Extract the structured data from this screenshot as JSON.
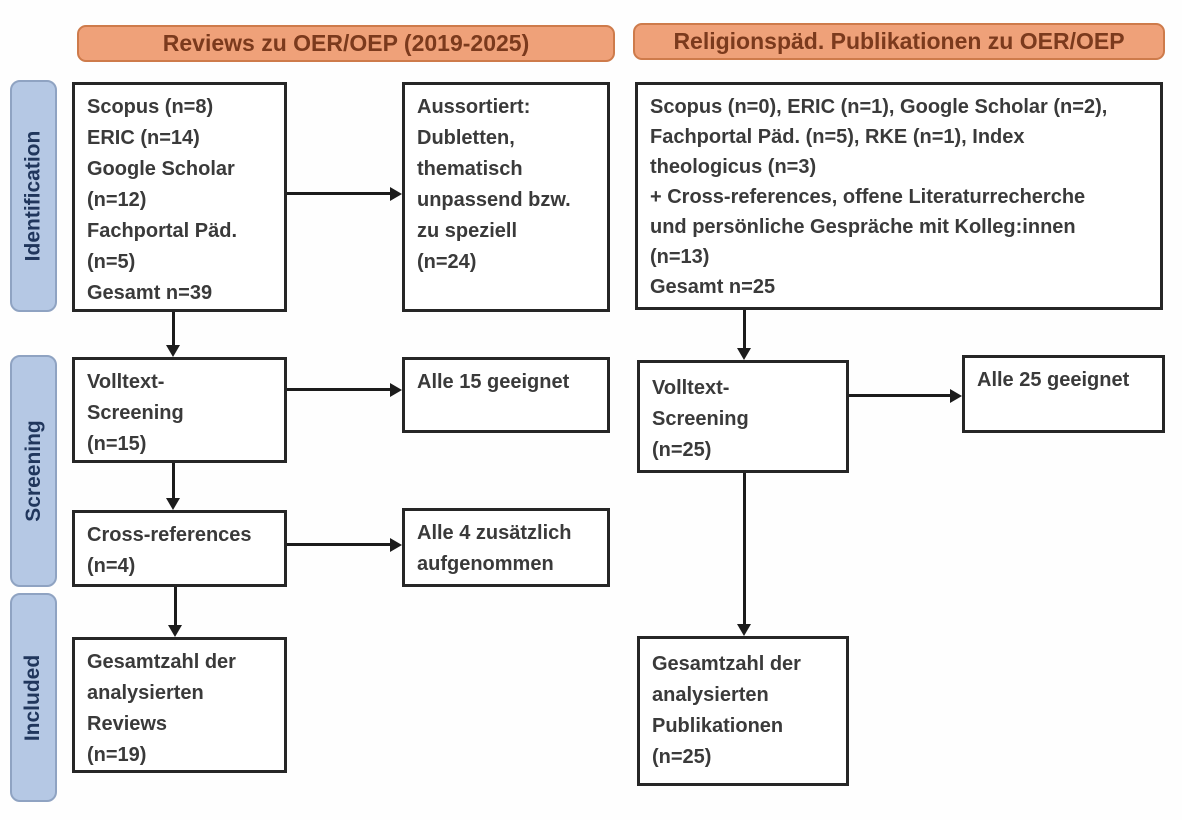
{
  "title_bars": {
    "left": "Reviews zu OER/OEP (2019-2025)",
    "right": "Religionspäd. Publikationen zu OER/OEP"
  },
  "stage_labels": {
    "identification": "Identification",
    "screening": "Screening",
    "included": "Included"
  },
  "boxes": {
    "left_sources": {
      "lines": [
        "Scopus (n=8)",
        "ERIC (n=14)",
        "Google Scholar",
        "(n=12)",
        "Fachportal Päd.",
        "(n=5)",
        "Gesamt n=39"
      ]
    },
    "left_excluded": {
      "lines": [
        "Aussortiert:",
        "Dubletten,",
        "thematisch",
        "unpassend bzw.",
        "zu speziell",
        "(n=24)"
      ]
    },
    "left_fulltext": {
      "lines": [
        "Volltext-",
        "Screening",
        "(n=15)"
      ]
    },
    "left_fulltext_result": {
      "lines": [
        "Alle 15 geeignet"
      ]
    },
    "left_crossrefs": {
      "lines": [
        "Cross-references",
        "(n=4)"
      ]
    },
    "left_crossrefs_result": {
      "lines": [
        "Alle 4 zusätzlich",
        "aufgenommen"
      ]
    },
    "left_included": {
      "lines": [
        "Gesamtzahl der",
        "analysierten",
        "Reviews",
        "(n=19)"
      ]
    },
    "right_sources": {
      "lines": [
        "Scopus (n=0), ERIC (n=1), Google Scholar (n=2),",
        "Fachportal Päd. (n=5), RKE (n=1), Index",
        "theologicus (n=3)",
        "+ Cross-references, offene Literaturrecherche",
        "und persönliche Gespräche mit Kolleg:innen",
        "(n=13)",
        "Gesamt n=25"
      ]
    },
    "right_fulltext": {
      "lines": [
        "Volltext-",
        "Screening",
        "(n=25)"
      ]
    },
    "right_fulltext_result": {
      "lines": [
        "Alle 25 geeignet"
      ]
    },
    "right_included": {
      "lines": [
        "Gesamtzahl der",
        "analysierten",
        "Publikationen",
        "(n=25)"
      ]
    }
  },
  "colors": {
    "header_fill": "#EFA179",
    "header_border": "#CE7B4B",
    "header_text": "#7B3A1D",
    "stage_fill": "#B5C8E4",
    "stage_border": "#8FA3C2",
    "stage_text": "#20365C",
    "box_border": "#262626",
    "box_text": "#3A3A3A",
    "arrow": "#1C1C1C",
    "background": "#FEFEFE"
  }
}
